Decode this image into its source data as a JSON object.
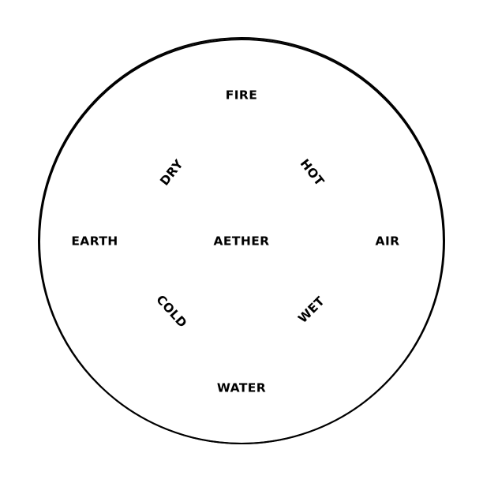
{
  "diagram": {
    "elements": {
      "fire": "FIRE",
      "earth": "EARTH",
      "aether": "AETHER",
      "air": "AIR",
      "water": "WATER"
    },
    "qualities": {
      "dry": "DRY",
      "hot": "HOT",
      "cold": "COLD",
      "wet": "WET"
    },
    "colors": {
      "stroke": "#000000",
      "background": "#ffffff",
      "text": "#000000"
    }
  }
}
